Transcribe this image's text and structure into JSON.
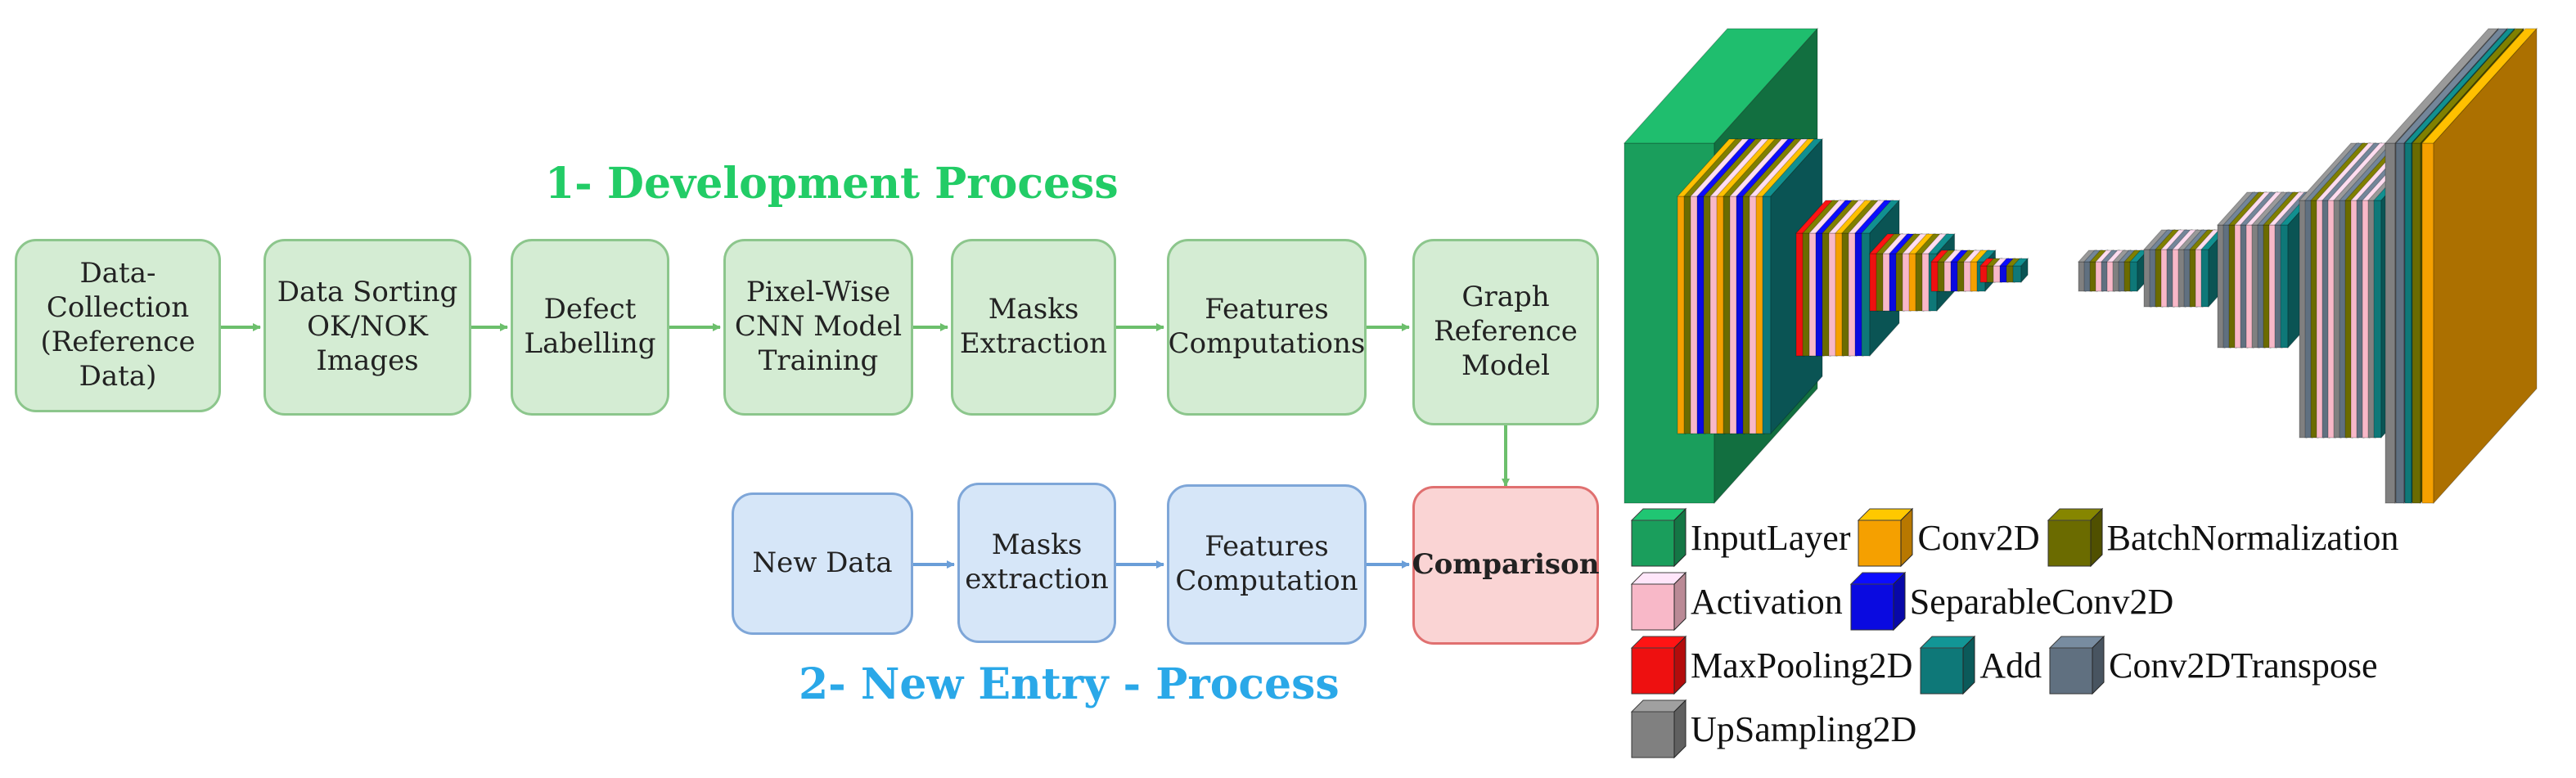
{
  "titles": {
    "development": "1- Development Process",
    "new_entry": "2- New Entry - Process"
  },
  "development_steps": [
    [
      "Data-",
      "Collection",
      "(Reference",
      "Data)"
    ],
    [
      "Data Sorting",
      "OK/NOK",
      "Images"
    ],
    [
      "Defect",
      "Labelling"
    ],
    [
      "Pixel-Wise",
      "CNN Model",
      "Training"
    ],
    [
      "Masks",
      "Extraction"
    ],
    [
      "Features",
      "Computations"
    ],
    [
      "Graph",
      "Reference",
      "Model"
    ]
  ],
  "new_entry_steps": [
    [
      "New Data"
    ],
    [
      "Masks",
      "extraction"
    ],
    [
      "Features",
      "Computation"
    ]
  ],
  "comparison": "Comparison",
  "legend": [
    {
      "label": "InputLayer",
      "color": "#1a9e5c"
    },
    {
      "label": "Conv2D",
      "color": "#f5a000"
    },
    {
      "label": "BatchNormalization",
      "color": "#6b6b00"
    },
    {
      "label": "Activation",
      "color": "#f8b8c8"
    },
    {
      "label": "SeparableConv2D",
      "color": "#0a0ae0"
    },
    {
      "label": "MaxPooling2D",
      "color": "#ee1010"
    },
    {
      "label": "Add",
      "color": "#0e7878"
    },
    {
      "label": "Conv2DTranspose",
      "color": "#607080"
    },
    {
      "label": "UpSampling2D",
      "color": "#808080"
    }
  ],
  "colors": {
    "dev_fill": "#d4ecd3",
    "dev_border": "#8cc68c",
    "new_fill": "#d6e6f8",
    "new_border": "#7ea6d8",
    "cmp_fill": "#fad4d4",
    "cmp_border": "#e07070",
    "dev_arrow": "#6cbf6c",
    "new_arrow": "#6a9ed8"
  }
}
